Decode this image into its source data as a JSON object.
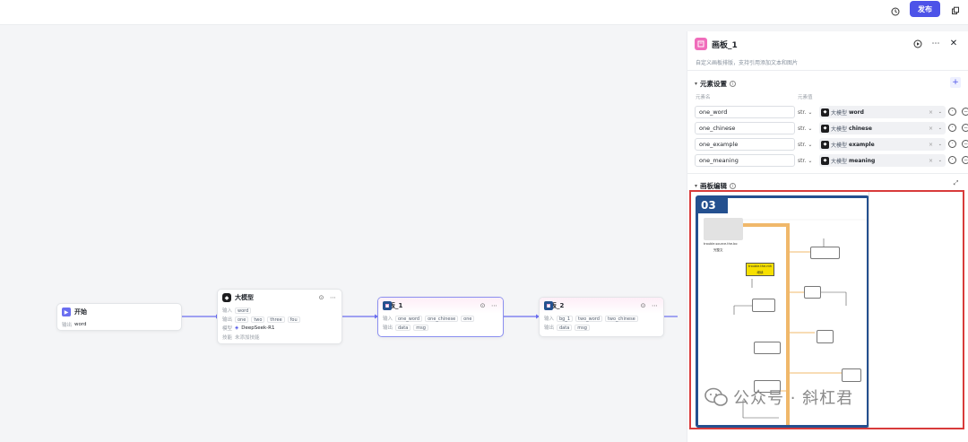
{
  "topbar": {
    "publish_label": "发布"
  },
  "nodes": {
    "start": {
      "title": "开始",
      "output_label": "输出",
      "outputs": [
        "word"
      ]
    },
    "llm": {
      "title": "大模型",
      "input_label": "输入",
      "inputs": [
        "word"
      ],
      "output_label": "输出",
      "outputs": [
        "one",
        "two",
        "three",
        "fou"
      ],
      "model_label": "模型",
      "model": "DeepSeek-R1",
      "skill_label": "技能",
      "skill": "未添加技能"
    },
    "board1": {
      "title": "画板_1",
      "input_label": "输入",
      "inputs": [
        "one_word",
        "one_chinese",
        "one"
      ],
      "output_label": "输出",
      "outputs": [
        "data",
        "msg"
      ]
    },
    "board2": {
      "title": "画板_2",
      "input_label": "输入",
      "inputs": [
        "bg_1",
        "two_word",
        "two_chinese"
      ],
      "output_label": "输出",
      "outputs": [
        "data",
        "msg"
      ]
    }
  },
  "panel": {
    "title": "画板_1",
    "description": "自定义画板排版，支持引用添加文本和图片",
    "elements_section": "元素设置",
    "col_name": "元素名",
    "col_value": "元素值",
    "elements": [
      {
        "name": "one_word",
        "type": "str.",
        "source": "大模型",
        "field": "word"
      },
      {
        "name": "one_chinese",
        "type": "str.",
        "source": "大模型",
        "field": "chinese"
      },
      {
        "name": "one_example",
        "type": "str.",
        "source": "大模型",
        "field": "example"
      },
      {
        "name": "one_meaning",
        "type": "str.",
        "source": "大模型",
        "field": "meaning"
      }
    ],
    "editor_section": "画板编辑"
  },
  "board": {
    "tag": "03",
    "label1": "trouble.source.the.bo",
    "label2": "完整文",
    "highlight": "trouble.the.nth 继续"
  },
  "watermark": "公众号 · 斜杠君",
  "colors": {
    "accent": "#4d53e8",
    "board_pink": "#f06dbb",
    "board_frame": "#24508f",
    "highlight_border": "#d83b3b"
  }
}
